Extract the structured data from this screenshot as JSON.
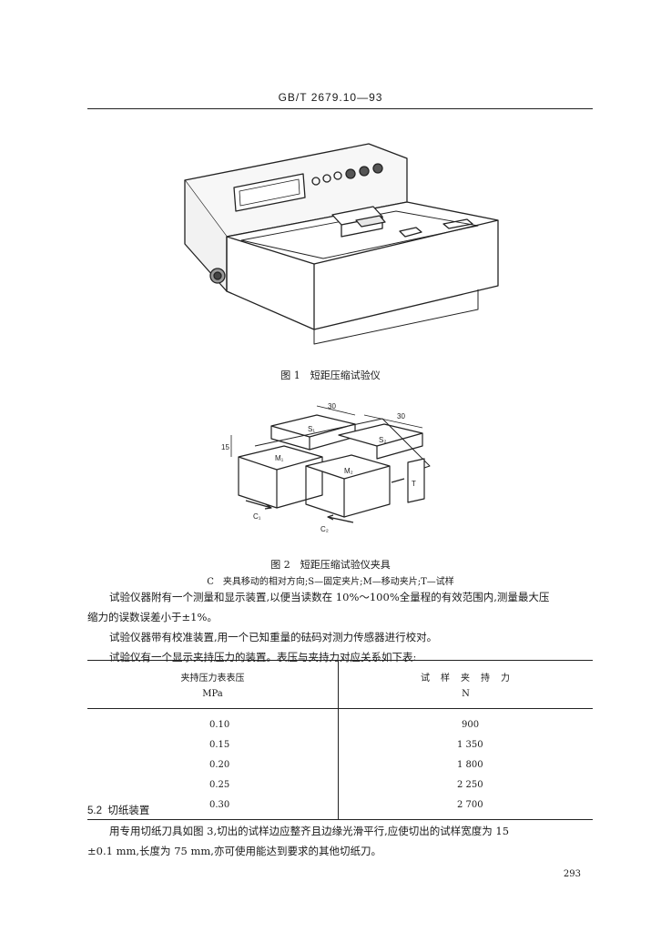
{
  "header": {
    "standard_code": "GB/T 2679.10—93"
  },
  "figure1": {
    "caption": "图 1　短距压缩试验仪"
  },
  "figure2": {
    "caption": "图 2　短距压缩试验仪夹具",
    "legend": "C　夹具移动的相对方向;S—固定夹片;M—移动夹片;T—试样",
    "labels": {
      "dim_top": "30",
      "dim_right": "30",
      "dim_left": "15",
      "s1": "S₁",
      "s2": "S₂",
      "m1": "M₁",
      "m2": "M₂",
      "t": "T",
      "c1": "C₁",
      "c2": "C₂"
    }
  },
  "body": {
    "p1_line1": "试验仪器附有一个测量和显示装置,以便当读数在 10%～100%全量程的有效范围内,测量最大压",
    "p1_line2": "缩力的误数误差小于±1%。",
    "p2": "试验仪器带有校准装置,用一个已知重量的砝码对测力传感器进行校对。",
    "p3": "试验仪有一个显示夹持压力的装置。表压与夹持力对应关系如下表:"
  },
  "table": {
    "col1_header": "夹持压力表表压",
    "col1_unit": "MPa",
    "col2_header": "试　样　夹　持　力",
    "col2_unit": "N",
    "rows": [
      {
        "pressure": "0.10",
        "force": "900"
      },
      {
        "pressure": "0.15",
        "force": "1 350"
      },
      {
        "pressure": "0.20",
        "force": "1 800"
      },
      {
        "pressure": "0.25",
        "force": "2 250"
      },
      {
        "pressure": "0.30",
        "force": "2 700"
      }
    ]
  },
  "section": {
    "number": "5.2",
    "title": "切纸装置",
    "line1": "用专用切纸刀具如图 3,切出的试样边应整齐且边缘光滑平行,应使切出的试样宽度为 15",
    "line2": "±0.1 mm,长度为 75 mm,亦可使用能达到要求的其他切纸刀。"
  },
  "page_number": "293"
}
